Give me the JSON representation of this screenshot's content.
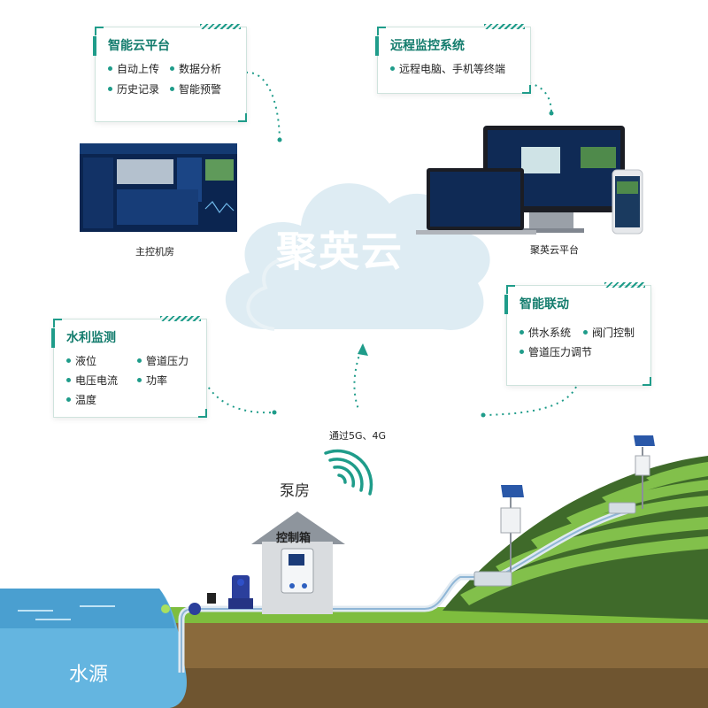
{
  "cards": {
    "cloud_platform": {
      "title": "智能云平台",
      "items": [
        "自动上传",
        "数据分析",
        "历史记录",
        "智能预警"
      ]
    },
    "remote_monitor": {
      "title": "远程监控系统",
      "items": [
        "远程电脑、手机等终端"
      ]
    },
    "water_monitor": {
      "title": "水利监测",
      "items": [
        "液位",
        "管道压力",
        "电压电流",
        "功率",
        "温度"
      ]
    },
    "smart_linkage": {
      "title": "智能联动",
      "items": [
        "供水系统",
        "阀门控制",
        "管道压力调节"
      ]
    }
  },
  "captions": {
    "control_room": "主控机房",
    "cloud_platform_device": "聚英云平台",
    "network": "通过5G、4G",
    "pump_house": "泵房",
    "control_box": "控制箱",
    "water_source": "水源"
  },
  "cloud": {
    "text": "聚英云"
  },
  "colors": {
    "accent": "#1f9c8a",
    "title": "#137c6d",
    "cloud": "#dcebf2",
    "water": "#64b5e0",
    "grass": "#7ebd3e",
    "soil": "#8a6a3c"
  }
}
